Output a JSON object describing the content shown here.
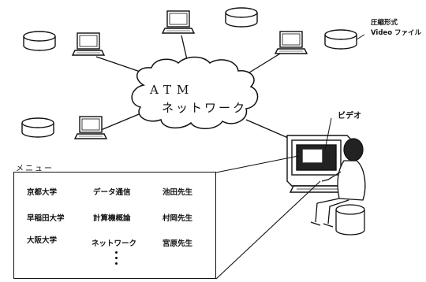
{
  "network": {
    "line1": "ATM",
    "line2": "ネットワーク"
  },
  "labels": {
    "compressed_format": "圧縮形式",
    "video_file": "Video ファイル",
    "video": "ビデオ"
  },
  "menu": {
    "title": "メニュー",
    "rows": [
      [
        "京都大学",
        "データ通信",
        "池田先生"
      ],
      [
        "早稲田大学",
        "計算機概論",
        "村岡先生"
      ],
      [
        "大阪大学",
        "ネットワーク",
        "宮原先生"
      ]
    ]
  }
}
